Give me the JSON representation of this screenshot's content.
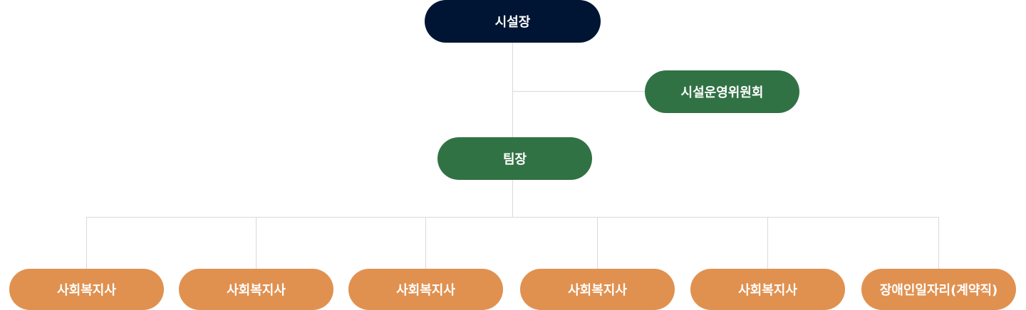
{
  "org_chart": {
    "director": "시설장",
    "committee": "시설운영위원회",
    "team_leader": "팀장",
    "staff": [
      "사회복지사",
      "사회복지사",
      "사회복지사",
      "사회복지사",
      "사회복지사",
      "장애인일자리(계약직)"
    ]
  },
  "colors": {
    "director": "#001533",
    "committee": "#317245",
    "team_leader": "#317245",
    "staff": "#e09150",
    "connector": "#d9d9d9"
  }
}
